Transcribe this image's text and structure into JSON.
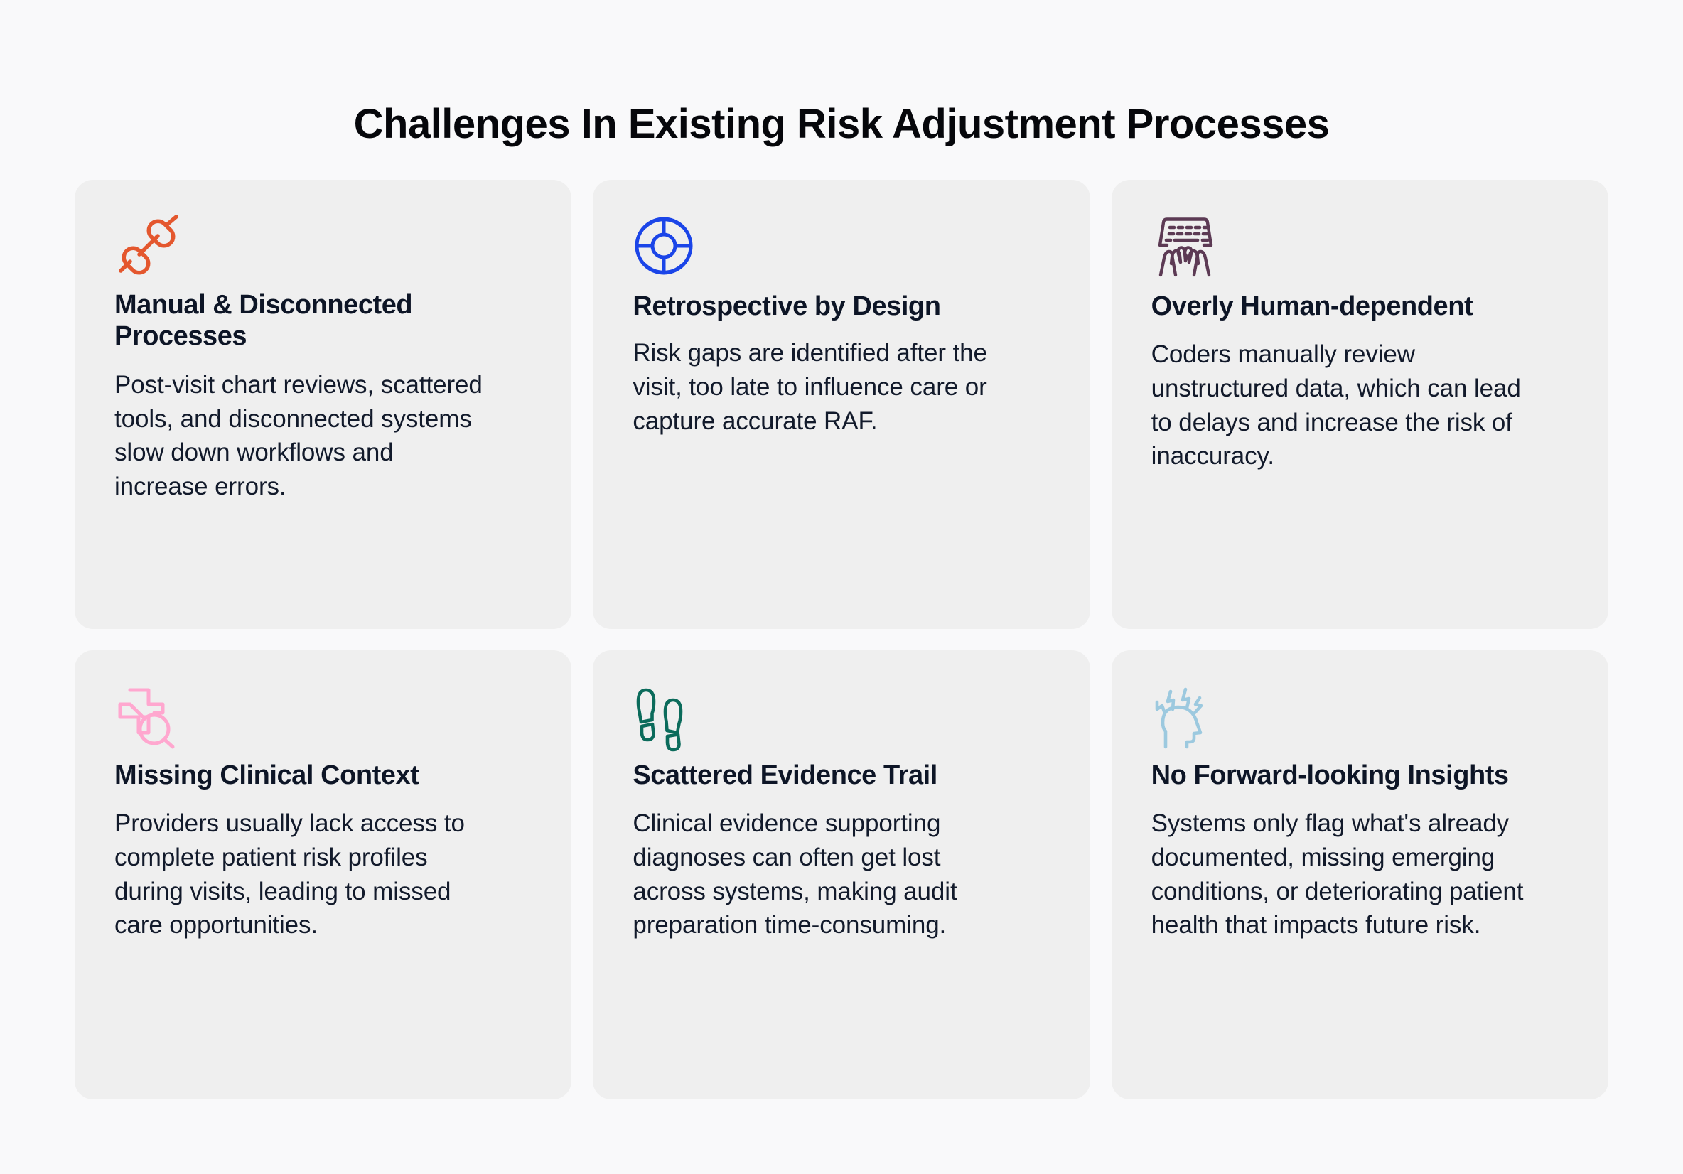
{
  "page": {
    "title": "Challenges In Existing Risk Adjustment Processes",
    "background_color": "#F9F9FA",
    "card_background_color": "#EFEFEF",
    "text_color": "#101828"
  },
  "cards": [
    {
      "icon": "broken-chain-link-icon",
      "icon_color": "#E4572E",
      "title": "Manual & Disconnected Processes",
      "body": "Post-visit chart reviews, scattered tools, and disconnected systems slow down workflows and increase errors."
    },
    {
      "icon": "lifebuoy-target-icon",
      "icon_color": "#1B45E8",
      "title": "Retrospective by Design",
      "body": "Risk gaps are identified after the visit, too late to influence care or capture accurate RAF."
    },
    {
      "icon": "hands-typing-keyboard-icon",
      "icon_color": "#5C3A54",
      "title": "Overly Human-dependent",
      "body": "Coders manually review unstructured data, which can lead to delays and increase the risk of inaccuracy."
    },
    {
      "icon": "medical-cross-magnifier-icon",
      "icon_color": "#FFA7CF",
      "title": "Missing Clinical Context",
      "body": "Providers usually lack access to complete patient risk profiles during visits, leading to missed care opportunities."
    },
    {
      "icon": "footprints-icon",
      "icon_color": "#0B6B5B",
      "title": "Scattered Evidence Trail",
      "body": "Clinical evidence supporting diagnoses can often get lost across systems, making audit preparation time-consuming."
    },
    {
      "icon": "head-with-lightning-bolts-icon",
      "icon_color": "#9CC9DF",
      "title": "No Forward-looking Insights",
      "body": "Systems only flag what's already documented, missing emerging conditions, or deteriorating patient health that impacts future risk."
    }
  ]
}
